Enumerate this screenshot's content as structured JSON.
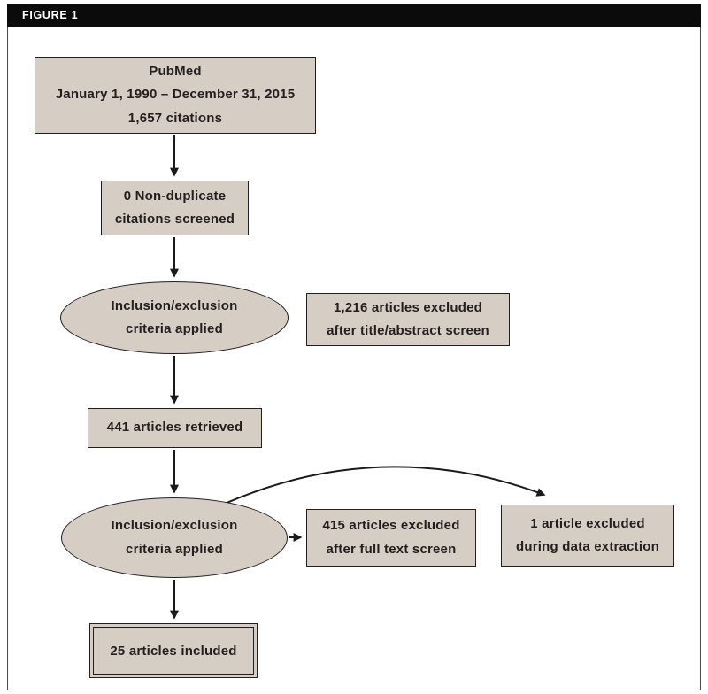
{
  "header": {
    "label": "FIGURE 1"
  },
  "colors": {
    "header_bg": "#0b0b0b",
    "header_text": "#ffffff",
    "node_fill": "#d6cec5",
    "node_border": "#231f20",
    "arrow": "#1a1a1a"
  },
  "nodes": {
    "pubmed": {
      "line1": "PubMed",
      "line2": "January 1, 1990 – December 31, 2015",
      "line3": "1,657 citations"
    },
    "screened": {
      "line1": "0 Non-duplicate",
      "line2": "citations screened"
    },
    "criteria1": {
      "line1": "Inclusion/exclusion",
      "line2": "criteria applied"
    },
    "excluded_title": {
      "line1": "1,216 articles excluded",
      "line2": "after title/abstract screen"
    },
    "retrieved": {
      "line1": "441 articles retrieved"
    },
    "criteria2": {
      "line1": "Inclusion/exclusion",
      "line2": "criteria applied"
    },
    "excluded_fulltext": {
      "line1": "415 articles excluded",
      "line2": "after full text screen"
    },
    "excluded_extraction": {
      "line1": "1 article excluded",
      "line2": "during data extraction"
    },
    "included": {
      "line1": "25 articles included"
    }
  }
}
